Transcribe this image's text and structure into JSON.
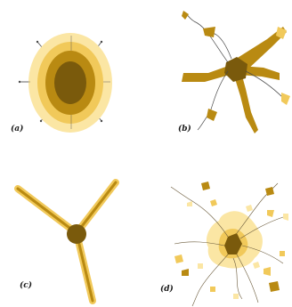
{
  "figure": {
    "panels": [
      {
        "id": "a",
        "label": "(a)"
      },
      {
        "id": "b",
        "label": "(b)"
      },
      {
        "id": "c",
        "label": "(c)"
      },
      {
        "id": "d",
        "label": "(d)"
      }
    ]
  },
  "colors": {
    "core": "#7a5a0c",
    "mid": "#b98a12",
    "light": "#f1c95a",
    "pale": "#fbe6a4",
    "line": "#4a4a4a",
    "background": "#ffffff"
  }
}
